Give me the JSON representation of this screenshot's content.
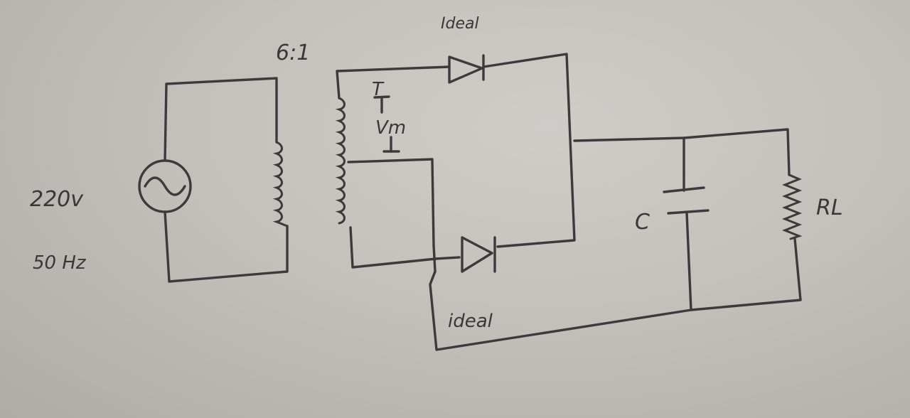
{
  "labels": {
    "source_voltage": "220v",
    "source_frequency": "50 Hz",
    "turns_ratio": "6:1",
    "diode_top": "Ideal",
    "diode_bottom": "ideal",
    "center_tap_top": "T",
    "center_tap_voltage": "Vm",
    "capacitor": "C",
    "load_resistor": "RL"
  }
}
